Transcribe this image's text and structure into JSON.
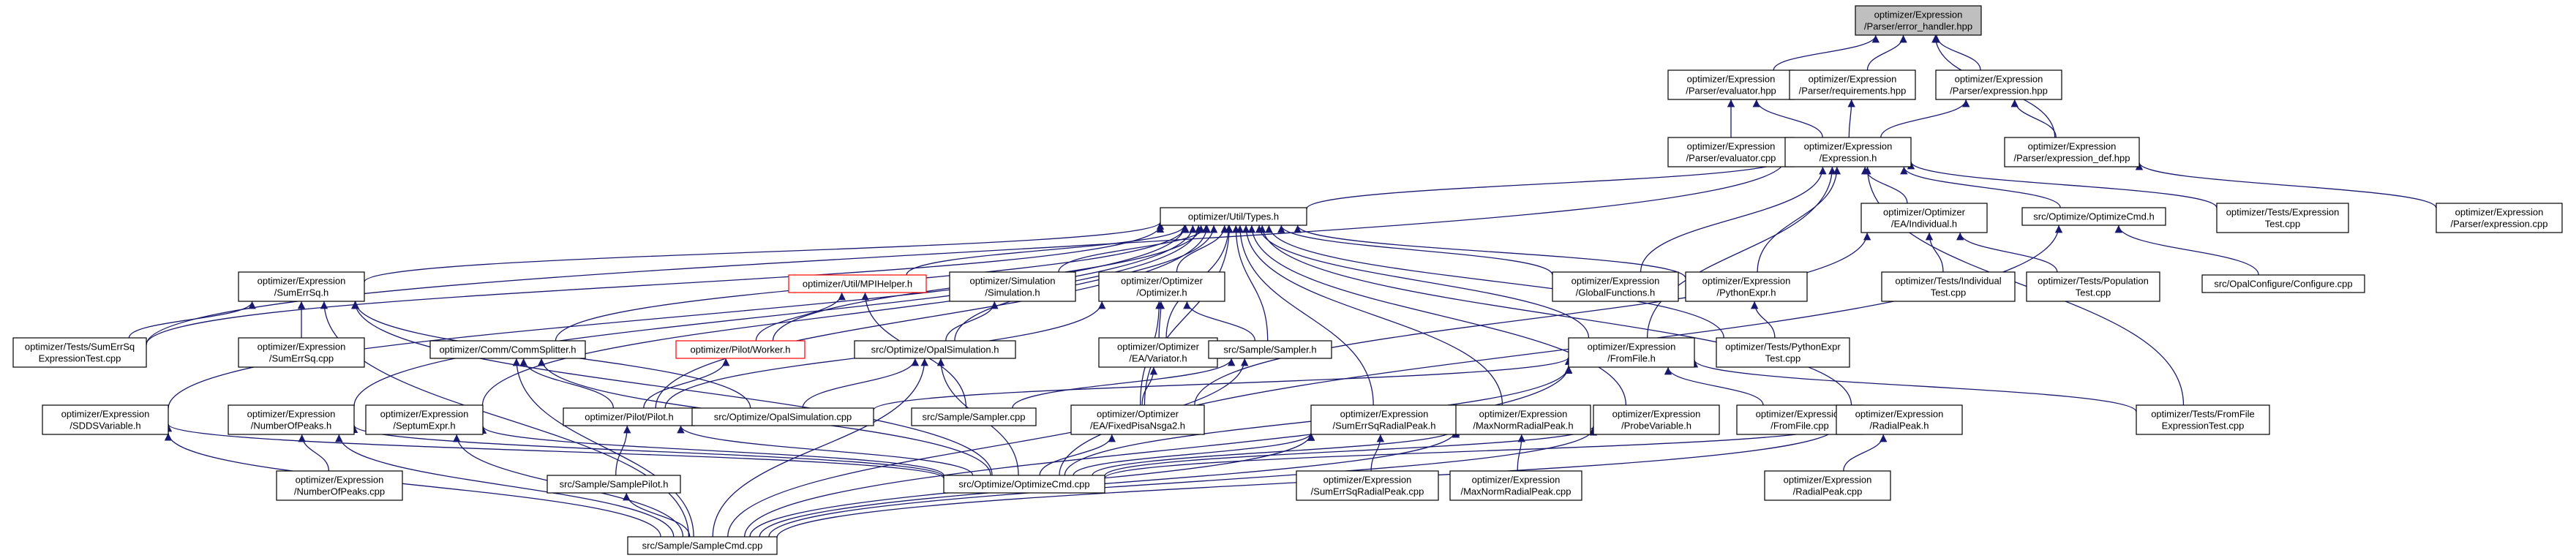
{
  "graph": {
    "colors": {
      "edge": "#191970",
      "node_border": "#000000",
      "highlight_border": "#ff0000",
      "root_fill": "#bfbfbf"
    },
    "nodes": {
      "error_handler": {
        "lines": [
          "optimizer/Expression",
          "/Parser/error_handler.hpp"
        ],
        "style": "grey"
      },
      "evaluator_hpp": {
        "lines": [
          "optimizer/Expression",
          "/Parser/evaluator.hpp"
        ]
      },
      "requirements": {
        "lines": [
          "optimizer/Expression",
          "/Parser/requirements.hpp"
        ]
      },
      "expression_hpp": {
        "lines": [
          "optimizer/Expression",
          "/Parser/expression.hpp"
        ]
      },
      "evaluator_cpp": {
        "lines": [
          "optimizer/Expression",
          "/Parser/evaluator.cpp"
        ]
      },
      "expression_h": {
        "lines": [
          "optimizer/Expression",
          "/Expression.h"
        ]
      },
      "expression_def": {
        "lines": [
          "optimizer/Expression",
          "/Parser/expression_def.hpp"
        ]
      },
      "expression_cpp": {
        "lines": [
          "optimizer/Expression",
          "/Parser/expression.cpp"
        ]
      },
      "types_h": {
        "lines": [
          "optimizer/Util/Types.h"
        ]
      },
      "individual_h": {
        "lines": [
          "optimizer/Optimizer",
          "/EA/Individual.h"
        ]
      },
      "optimizecmd_h": {
        "lines": [
          "src/Optimize/OptimizeCmd.h"
        ]
      },
      "expr_test": {
        "lines": [
          "optimizer/Tests/Expression",
          "Test.cpp"
        ]
      },
      "sumerrsq_h": {
        "lines": [
          "optimizer/Expression",
          "/SumErrSq.h"
        ]
      },
      "mpihelper_h": {
        "lines": [
          "optimizer/Util/MPIHelper.h"
        ],
        "style": "red"
      },
      "simulation_h": {
        "lines": [
          "optimizer/Simulation",
          "/Simulation.h"
        ]
      },
      "optimizer_h": {
        "lines": [
          "optimizer/Optimizer",
          "/Optimizer.h"
        ]
      },
      "globalfunctions": {
        "lines": [
          "optimizer/Expression",
          "/GlobalFunctions.h"
        ]
      },
      "pythonexpr_h": {
        "lines": [
          "optimizer/Expression",
          "/PythonExpr.h"
        ]
      },
      "individual_test": {
        "lines": [
          "optimizer/Tests/Individual",
          "Test.cpp"
        ]
      },
      "population_test": {
        "lines": [
          "optimizer/Tests/Population",
          "Test.cpp"
        ]
      },
      "configure_cpp": {
        "lines": [
          "src/OpalConfigure/Configure.cpp"
        ]
      },
      "sumerrsq_test": {
        "lines": [
          "optimizer/Tests/SumErrSq",
          "ExpressionTest.cpp"
        ]
      },
      "sumerrsq_cpp": {
        "lines": [
          "optimizer/Expression",
          "/SumErrSq.cpp"
        ]
      },
      "commsplitter_h": {
        "lines": [
          "optimizer/Comm/CommSplitter.h"
        ]
      },
      "worker_h": {
        "lines": [
          "optimizer/Pilot/Worker.h"
        ],
        "style": "red"
      },
      "opalsimulation_h": {
        "lines": [
          "src/Optimize/OpalSimulation.h"
        ]
      },
      "variator_h": {
        "lines": [
          "optimizer/Optimizer",
          "/EA/Variator.h"
        ]
      },
      "sampler_h": {
        "lines": [
          "src/Sample/Sampler.h"
        ]
      },
      "fromfile_h": {
        "lines": [
          "optimizer/Expression",
          "/FromFile.h"
        ]
      },
      "pythonexpr_test": {
        "lines": [
          "optimizer/Tests/PythonExpr",
          "Test.cpp"
        ]
      },
      "sddsvariable_h": {
        "lines": [
          "optimizer/Expression",
          "/SDDSVariable.h"
        ]
      },
      "numberofpeaks_h": {
        "lines": [
          "optimizer/Expression",
          "/NumberOfPeaks.h"
        ]
      },
      "septumexpr_h": {
        "lines": [
          "optimizer/Expression",
          "/SeptumExpr.h"
        ]
      },
      "pilot_h": {
        "lines": [
          "optimizer/Pilot/Pilot.h"
        ]
      },
      "opalsimulation_cpp": {
        "lines": [
          "src/Optimize/OpalSimulation.cpp"
        ]
      },
      "sampler_cpp": {
        "lines": [
          "src/Sample/Sampler.cpp"
        ]
      },
      "fixedpisanga2_h": {
        "lines": [
          "optimizer/Optimizer",
          "/EA/FixedPisaNsga2.h"
        ]
      },
      "sumerrsqradialpeak_h": {
        "lines": [
          "optimizer/Expression",
          "/SumErrSqRadialPeak.h"
        ]
      },
      "maxnormradialpeak_h": {
        "lines": [
          "optimizer/Expression",
          "/MaxNormRadialPeak.h"
        ]
      },
      "probevariable_h": {
        "lines": [
          "optimizer/Expression",
          "/ProbeVariable.h"
        ]
      },
      "fromfile_cpp": {
        "lines": [
          "optimizer/Expression",
          "/FromFile.cpp"
        ]
      },
      "radialpeak_h": {
        "lines": [
          "optimizer/Expression",
          "/RadialPeak.h"
        ]
      },
      "fromfile_test": {
        "lines": [
          "optimizer/Tests/FromFile",
          "ExpressionTest.cpp"
        ]
      },
      "numberofpeaks_cpp": {
        "lines": [
          "optimizer/Expression",
          "/NumberOfPeaks.cpp"
        ]
      },
      "optimizecmd_cpp": {
        "lines": [
          "src/Optimize/OptimizeCmd.cpp"
        ]
      },
      "samplepilot_h": {
        "lines": [
          "src/Sample/SamplePilot.h"
        ]
      },
      "sumerrsqradialpeak_cpp": {
        "lines": [
          "optimizer/Expression",
          "/SumErrSqRadialPeak.cpp"
        ]
      },
      "maxnormradialpeak_cpp": {
        "lines": [
          "optimizer/Expression",
          "/MaxNormRadialPeak.cpp"
        ]
      },
      "radialpeak_cpp": {
        "lines": [
          "optimizer/Expression",
          "/RadialPeak.cpp"
        ]
      },
      "samplecmd_cpp": {
        "lines": [
          "src/Sample/SampleCmd.cpp"
        ]
      }
    },
    "edges": [
      [
        "evaluator_hpp",
        "error_handler"
      ],
      [
        "requirements",
        "error_handler"
      ],
      [
        "expression_hpp",
        "error_handler"
      ],
      [
        "expression_def",
        "error_handler"
      ],
      [
        "evaluator_cpp",
        "evaluator_hpp"
      ],
      [
        "expression_h",
        "evaluator_hpp"
      ],
      [
        "expression_h",
        "requirements"
      ],
      [
        "expression_h",
        "expression_hpp"
      ],
      [
        "expression_def",
        "expression_hpp"
      ],
      [
        "expression_cpp",
        "expression_def"
      ],
      [
        "types_h",
        "expression_h"
      ],
      [
        "individual_h",
        "expression_h"
      ],
      [
        "optimizecmd_h",
        "expression_h"
      ],
      [
        "expr_test",
        "expression_h"
      ],
      [
        "globalfunctions",
        "expression_h"
      ],
      [
        "pythonexpr_h",
        "expression_h"
      ],
      [
        "sumerrsq_test",
        "expression_h"
      ],
      [
        "fromfile_test",
        "expression_h"
      ],
      [
        "fromfile_h",
        "expression_h"
      ],
      [
        "sumerrsq_h",
        "types_h"
      ],
      [
        "mpihelper_h",
        "types_h"
      ],
      [
        "simulation_h",
        "types_h"
      ],
      [
        "optimizer_h",
        "types_h"
      ],
      [
        "globalfunctions",
        "types_h"
      ],
      [
        "pythonexpr_h",
        "types_h"
      ],
      [
        "sumerrsq_test",
        "types_h"
      ],
      [
        "commsplitter_h",
        "types_h"
      ],
      [
        "worker_h",
        "types_h"
      ],
      [
        "opalsimulation_h",
        "types_h"
      ],
      [
        "variator_h",
        "types_h"
      ],
      [
        "sampler_h",
        "types_h"
      ],
      [
        "fromfile_h",
        "types_h"
      ],
      [
        "pythonexpr_test",
        "types_h"
      ],
      [
        "sddsvariable_h",
        "types_h"
      ],
      [
        "numberofpeaks_h",
        "types_h"
      ],
      [
        "septumexpr_h",
        "types_h"
      ],
      [
        "pilot_h",
        "types_h"
      ],
      [
        "fixedpisanga2_h",
        "types_h"
      ],
      [
        "sumerrsqradialpeak_h",
        "types_h"
      ],
      [
        "maxnormradialpeak_h",
        "types_h"
      ],
      [
        "probevariable_h",
        "types_h"
      ],
      [
        "radialpeak_h",
        "types_h"
      ],
      [
        "individual_test",
        "individual_h"
      ],
      [
        "population_test",
        "individual_h"
      ],
      [
        "fixedpisanga2_h",
        "individual_h"
      ],
      [
        "configure_cpp",
        "optimizecmd_h"
      ],
      [
        "optimizecmd_cpp",
        "optimizecmd_h"
      ],
      [
        "sumerrsq_test",
        "sumerrsq_h"
      ],
      [
        "sumerrsq_cpp",
        "sumerrsq_h"
      ],
      [
        "optimizecmd_cpp",
        "sumerrsq_h"
      ],
      [
        "samplecmd_cpp",
        "sumerrsq_h"
      ],
      [
        "opalsimulation_cpp",
        "sumerrsq_h"
      ],
      [
        "worker_h",
        "mpihelper_h"
      ],
      [
        "sampler_cpp",
        "mpihelper_h"
      ],
      [
        "opalsimulation_h",
        "simulation_h"
      ],
      [
        "variator_h",
        "optimizer_h"
      ],
      [
        "fixedpisanga2_h",
        "optimizer_h"
      ],
      [
        "sampler_h",
        "optimizer_h"
      ],
      [
        "pilot_h",
        "optimizer_h"
      ],
      [
        "pythonexpr_test",
        "pythonexpr_h"
      ],
      [
        "pilot_h",
        "commsplitter_h"
      ],
      [
        "optimizecmd_cpp",
        "commsplitter_h"
      ],
      [
        "samplecmd_cpp",
        "commsplitter_h"
      ],
      [
        "pilot_h",
        "worker_h"
      ],
      [
        "opalsimulation_cpp",
        "opalsimulation_h"
      ],
      [
        "optimizecmd_cpp",
        "opalsimulation_h"
      ],
      [
        "samplecmd_cpp",
        "opalsimulation_h"
      ],
      [
        "fixedpisanga2_h",
        "variator_h"
      ],
      [
        "sampler_cpp",
        "sampler_h"
      ],
      [
        "samplecmd_cpp",
        "sampler_h"
      ],
      [
        "fromfile_cpp",
        "fromfile_h"
      ],
      [
        "fromfile_test",
        "fromfile_h"
      ],
      [
        "optimizecmd_cpp",
        "fromfile_h"
      ],
      [
        "samplecmd_cpp",
        "fromfile_h"
      ],
      [
        "opalsimulation_cpp",
        "fromfile_h"
      ],
      [
        "optimizecmd_cpp",
        "sddsvariable_h"
      ],
      [
        "samplecmd_cpp",
        "sddsvariable_h"
      ],
      [
        "numberofpeaks_cpp",
        "numberofpeaks_h"
      ],
      [
        "optimizecmd_cpp",
        "numberofpeaks_h"
      ],
      [
        "samplecmd_cpp",
        "numberofpeaks_h"
      ],
      [
        "optimizecmd_cpp",
        "septumexpr_h"
      ],
      [
        "samplecmd_cpp",
        "septumexpr_h"
      ],
      [
        "optimizecmd_cpp",
        "pilot_h"
      ],
      [
        "samplepilot_h",
        "pilot_h"
      ],
      [
        "optimizecmd_cpp",
        "fixedpisanga2_h"
      ],
      [
        "sumerrsqradialpeak_cpp",
        "sumerrsqradialpeak_h"
      ],
      [
        "optimizecmd_cpp",
        "sumerrsqradialpeak_h"
      ],
      [
        "samplecmd_cpp",
        "sumerrsqradialpeak_h"
      ],
      [
        "maxnormradialpeak_cpp",
        "maxnormradialpeak_h"
      ],
      [
        "optimizecmd_cpp",
        "maxnormradialpeak_h"
      ],
      [
        "samplecmd_cpp",
        "maxnormradialpeak_h"
      ],
      [
        "optimizecmd_cpp",
        "probevariable_h"
      ],
      [
        "samplecmd_cpp",
        "probevariable_h"
      ],
      [
        "radialpeak_cpp",
        "radialpeak_h"
      ],
      [
        "optimizecmd_cpp",
        "radialpeak_h"
      ],
      [
        "samplecmd_cpp",
        "radialpeak_h"
      ],
      [
        "samplecmd_cpp",
        "samplepilot_h"
      ]
    ]
  }
}
